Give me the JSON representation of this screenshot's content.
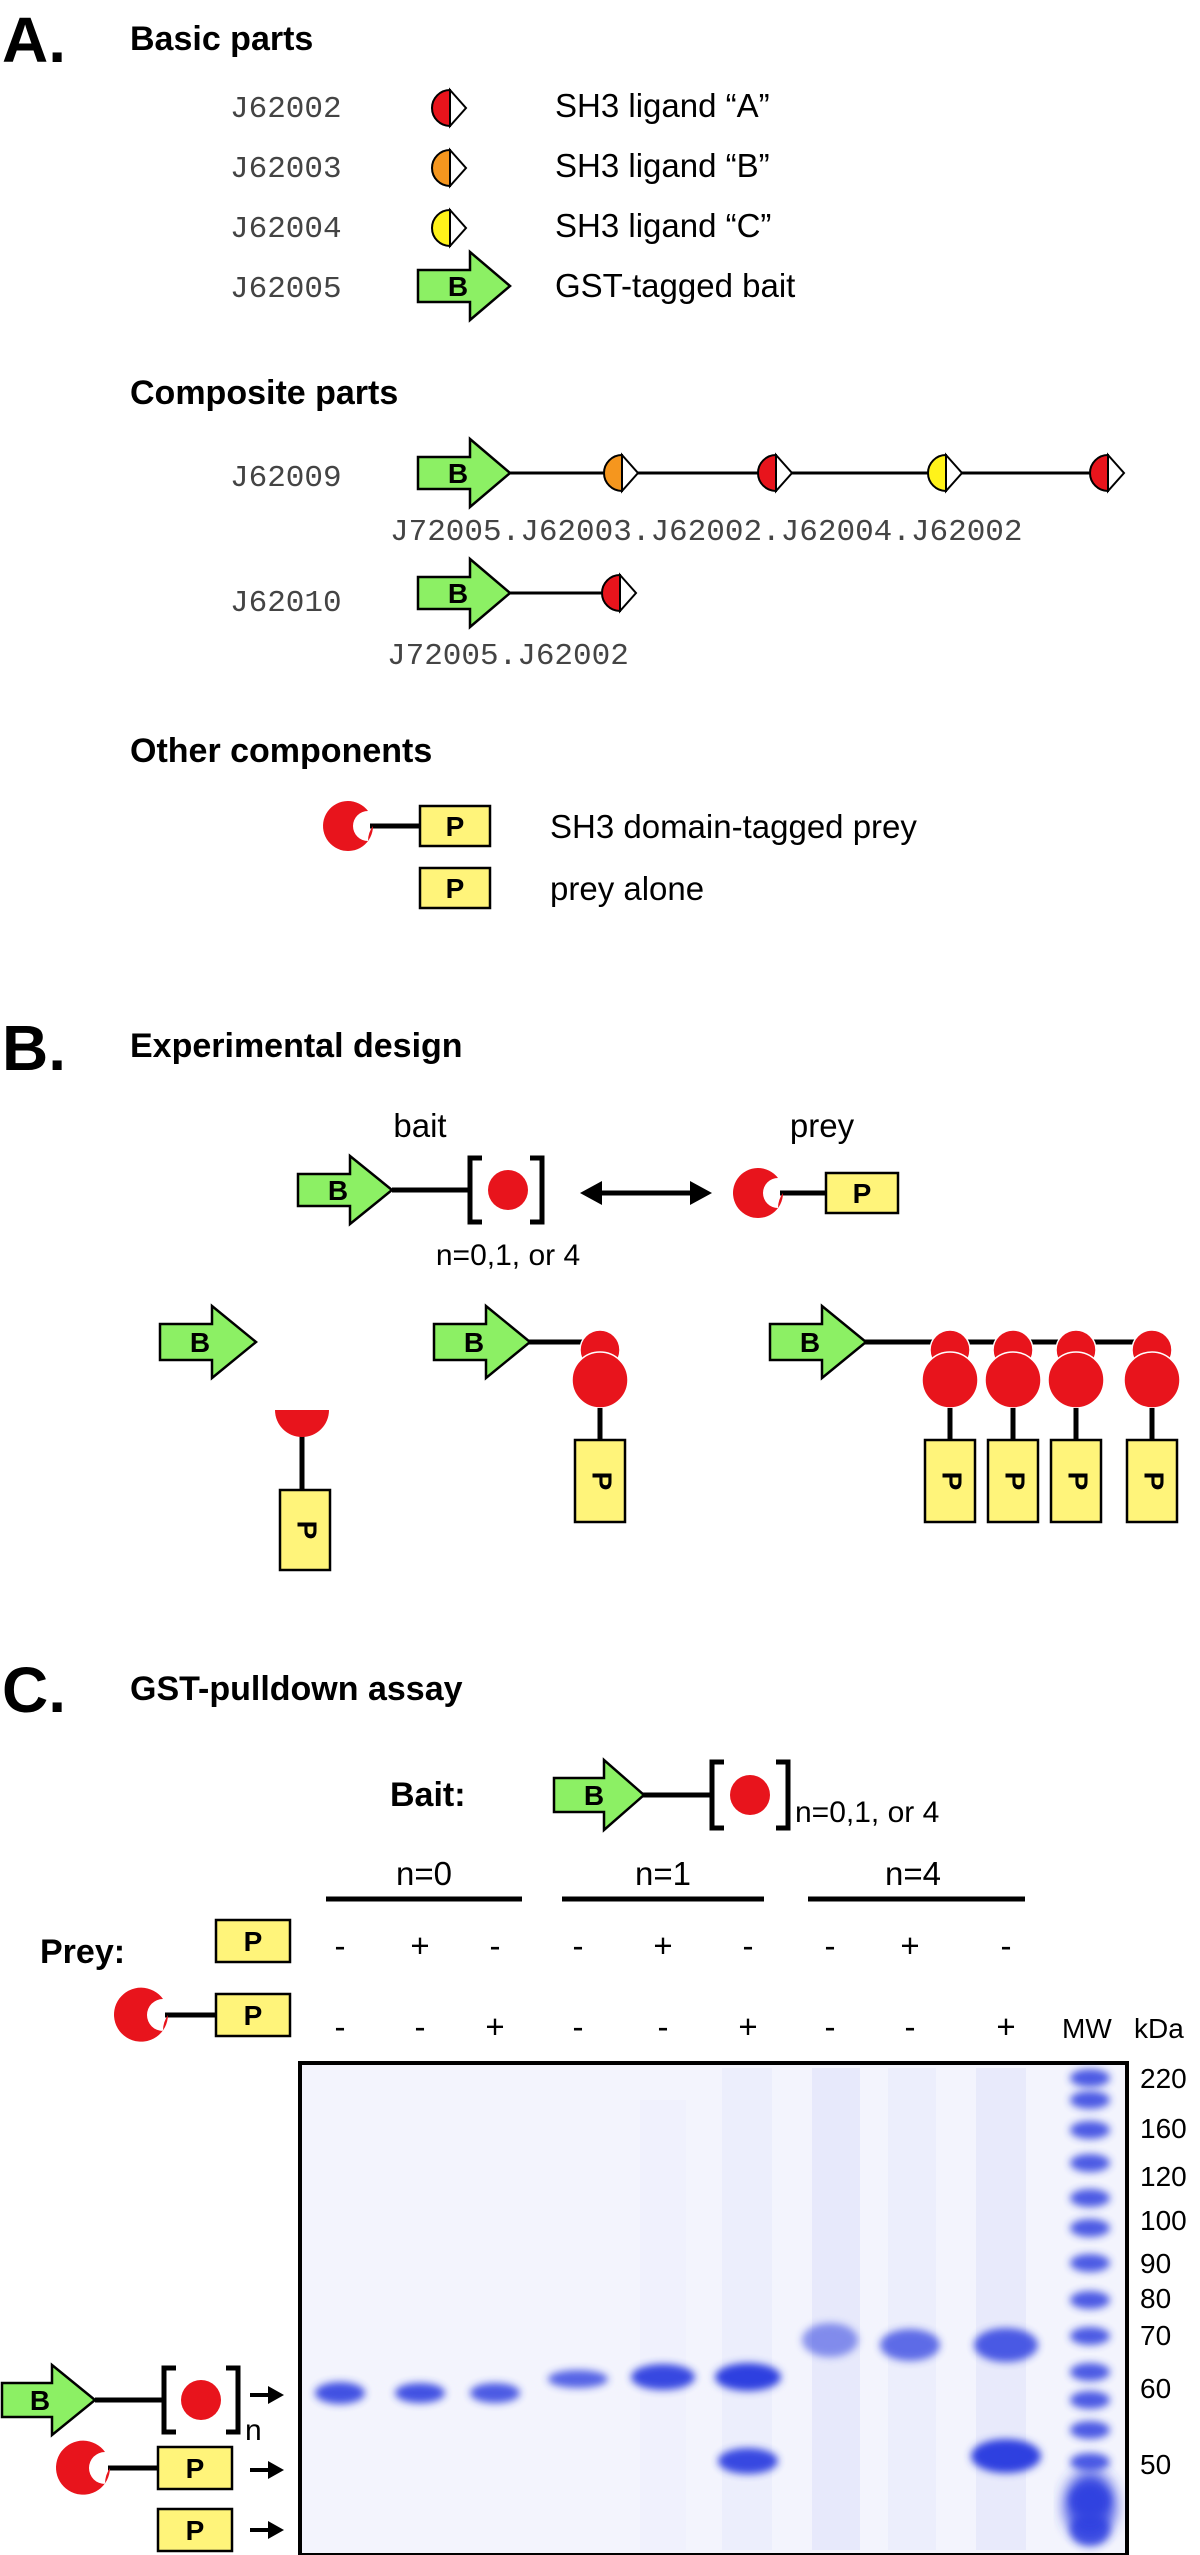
{
  "panelA": {
    "label": "A.",
    "basic_title": "Basic parts",
    "basic_parts": [
      {
        "id": "J62002",
        "name": "SH3 ligand “A”",
        "color": "#e8141c"
      },
      {
        "id": "J62003",
        "name": "SH3 ligand “B”",
        "color": "#f5961e"
      },
      {
        "id": "J62004",
        "name": "SH3 ligand “C”",
        "color": "#fff21a"
      },
      {
        "id": "J62005",
        "name": "GST-tagged bait",
        "glyph": "B"
      }
    ],
    "composite_title": "Composite parts",
    "composite_parts": [
      {
        "id": "J62009",
        "sequence": "J72005.J62003.J62002.J62004.J62002"
      },
      {
        "id": "J62010",
        "sequence": "J72005.J62002"
      }
    ],
    "other_title": "Other components",
    "other": [
      {
        "name": "SH3 domain-tagged prey",
        "glyph": "P"
      },
      {
        "name": "prey alone",
        "glyph": "P"
      }
    ]
  },
  "panelB": {
    "label": "B.",
    "title": "Experimental design",
    "bait_label": "bait",
    "prey_label": "prey",
    "n_label": "n=0,1, or 4",
    "bait_glyph": "B",
    "prey_glyph": "P"
  },
  "panelC": {
    "label": "C.",
    "title": "GST-pulldown assay",
    "bait_label": "Bait:",
    "n_label": "n=0,1, or 4",
    "groups": [
      "n=0",
      "n=1",
      "n=4"
    ],
    "prey_label": "Prey:",
    "row_prey_alone": [
      "-",
      "+",
      "-",
      "-",
      "+",
      "-",
      "-",
      "+",
      "-"
    ],
    "row_sh3_prey": [
      "-",
      "-",
      "+",
      "-",
      "-",
      "+",
      "-",
      "-",
      "+"
    ],
    "mw_label": "MW",
    "kda_label": "kDa",
    "markers": [
      "220",
      "160",
      "120",
      "100",
      "90",
      "80",
      "70",
      "60",
      "50"
    ],
    "n_small": "n",
    "gel_color": "#2f3fe0"
  }
}
